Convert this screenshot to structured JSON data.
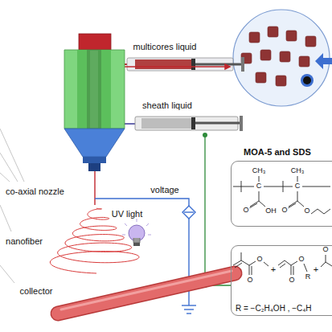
{
  "diagram": {
    "nodes": [
      {
        "text": [
          "MOA-5 and SDS"
        ]
      },
      {
        "text": [
          "R = −C₂H₄OH , −C₄H"
        ]
      }
    ],
    "labels": [
      "multicores liquid",
      "sheath liquid",
      "co-axial nozzle",
      "voltage",
      "UV light",
      "nanofiber",
      "collector",
      "CH₃",
      "CH₃",
      "C",
      "C",
      "O",
      "OH",
      "O",
      "O",
      "O",
      "O",
      "+",
      "O",
      "O",
      "R",
      "+",
      "O"
    ]
  }
}
